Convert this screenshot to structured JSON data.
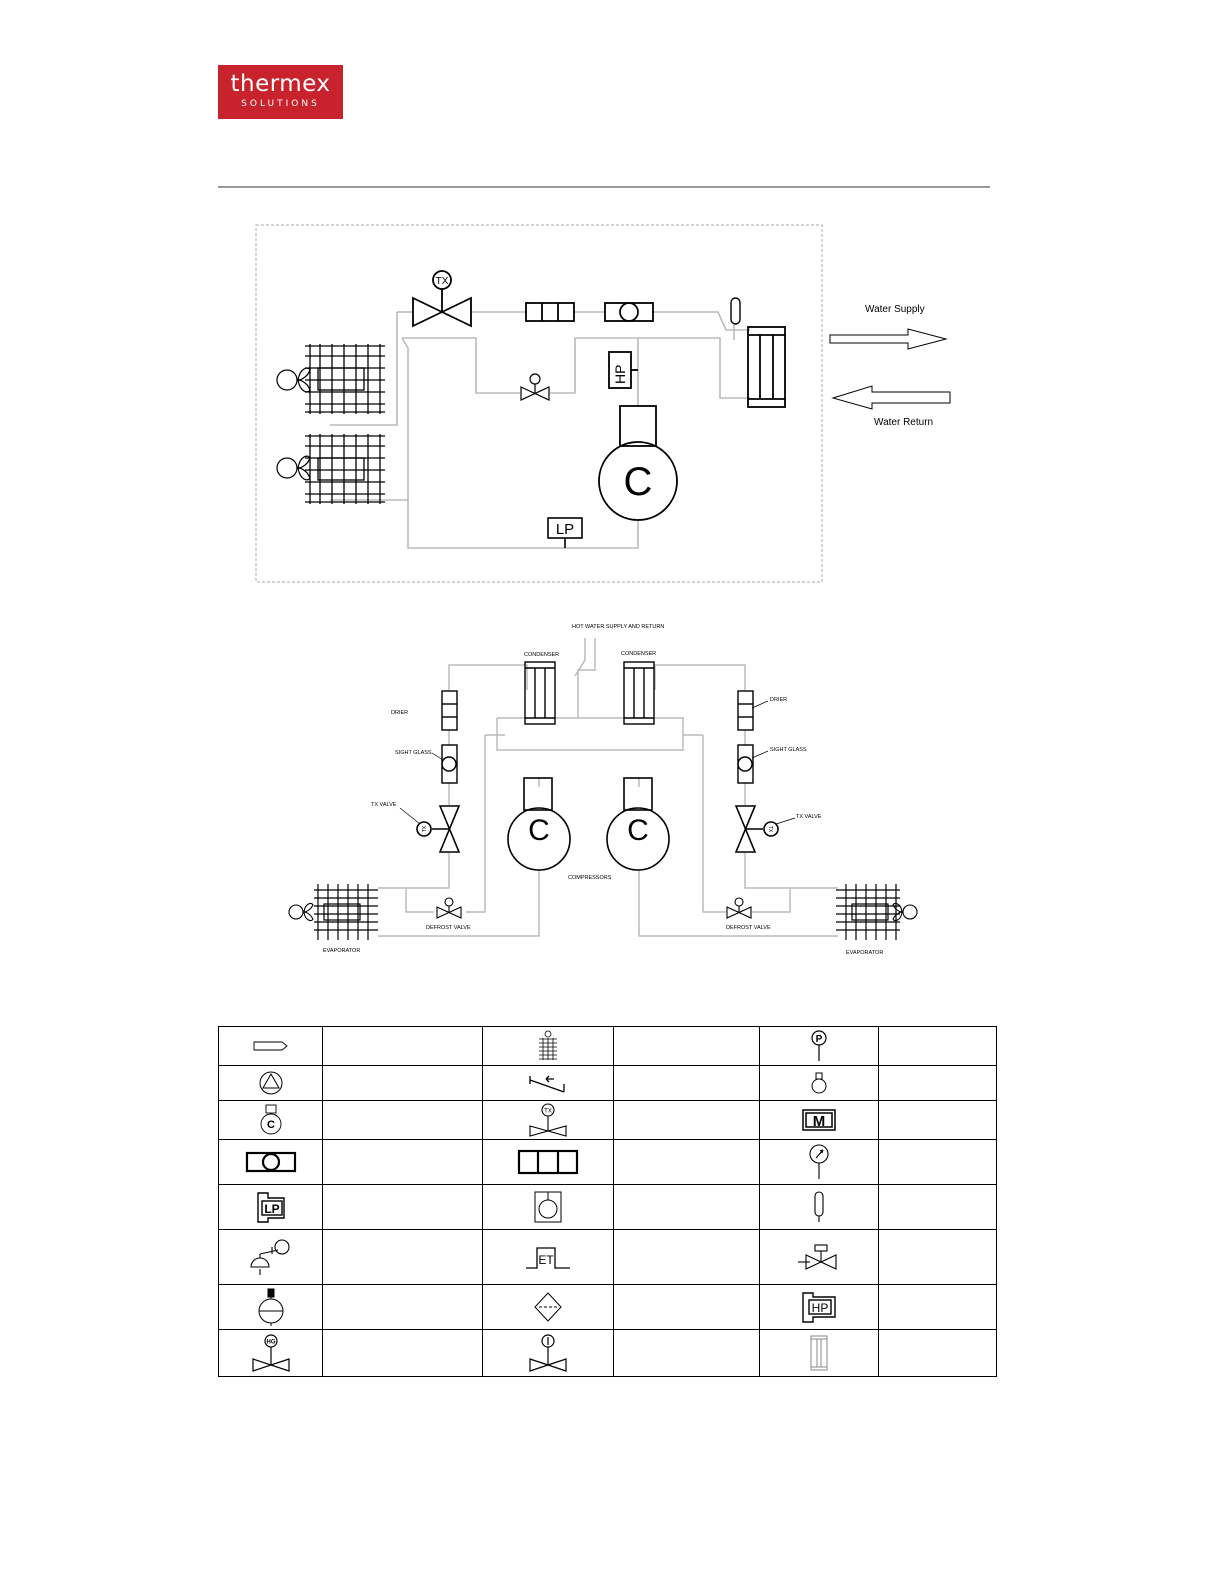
{
  "logo": {
    "brand": "thermex",
    "sub": "SOLUTIONS"
  },
  "diagram1": {
    "water_supply": "Water Supply",
    "water_return": "Water Return",
    "tx": "TX",
    "hp": "HP",
    "lp": "LP",
    "compressor": "C"
  },
  "diagram2": {
    "hot_water": "HOT WATER SUPPLY AND RETURN",
    "condenser_left": "CONDENSER",
    "condenser_right": "CONDENSER",
    "drier_left": "DRIER",
    "drier_right": "DRIER",
    "sight_left": "SIGHT GLASS",
    "sight_right": "SIGHT GLASS",
    "tx_left": "TX VALVE",
    "tx_right": "TX VALVE",
    "compressors": "COMPRESSORS",
    "defrost_left": "DEFROST VALVE",
    "defrost_right": "DEFROST VALVE",
    "evap_left": "EVAPORATOR",
    "evap_right": "EVAPORATOR",
    "comp_letter": "C",
    "tx_tag": "TX"
  },
  "legend": {
    "c_tag": "C",
    "m_tag": "M",
    "lp_tag": "LP",
    "et_tag": "ET",
    "hp_tag": "HP",
    "tx_tag": "TX",
    "p_tag": "P",
    "hg_tag": "HG"
  }
}
